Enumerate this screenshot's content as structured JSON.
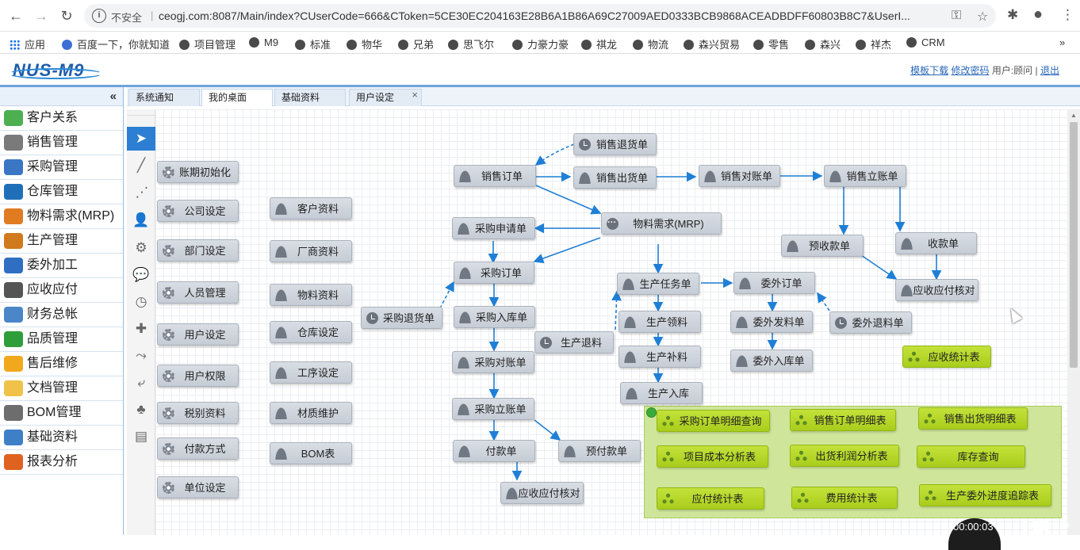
{
  "browser": {
    "insecure_label": "不安全",
    "url": "ceogj.com:8087/Main/index?CUserCode=666&CToken=5CE30EC204163E28B6A1B86A69C27009AED0333BCB9868ACEADBDFF60803B8C7&UserI..."
  },
  "bookmarks": [
    {
      "label": "应用",
      "icon": "apps-icon"
    },
    {
      "label": "百度一下，你就知道",
      "icon": "baidu-paw-icon"
    },
    {
      "label": "项目管理",
      "icon": "globe-icon"
    },
    {
      "label": "M9",
      "icon": "globe-icon"
    },
    {
      "label": "标准",
      "icon": "globe-icon"
    },
    {
      "label": "物华",
      "icon": "globe-icon"
    },
    {
      "label": "兄弟",
      "icon": "globe-icon"
    },
    {
      "label": "思飞尔",
      "icon": "globe-icon"
    },
    {
      "label": "力豪力豪",
      "icon": "globe-icon"
    },
    {
      "label": "祺龙",
      "icon": "globe-icon"
    },
    {
      "label": "物流",
      "icon": "globe-icon"
    },
    {
      "label": "森兴贸易",
      "icon": "globe-icon"
    },
    {
      "label": "零售",
      "icon": "globe-icon"
    },
    {
      "label": "森兴",
      "icon": "globe-icon"
    },
    {
      "label": "祥杰",
      "icon": "globe-icon"
    },
    {
      "label": "CRM",
      "icon": "globe-icon"
    }
  ],
  "app": {
    "logo": "NUS-M9",
    "header_links": {
      "template": "模板下载",
      "password": "修改密码",
      "user": "用户:顾问",
      "divider": "|",
      "logout": "退出"
    }
  },
  "sidebar": {
    "collapse_icon": "«",
    "items": [
      {
        "label": "客户关系",
        "color": "#4caf50"
      },
      {
        "label": "销售管理",
        "color": "#7a7a7a"
      },
      {
        "label": "采购管理",
        "color": "#3a76c4"
      },
      {
        "label": "仓库管理",
        "color": "#1f6fb8"
      },
      {
        "label": "物料需求(MRP)",
        "color": "#e07b22"
      },
      {
        "label": "生产管理",
        "color": "#d07a1e"
      },
      {
        "label": "委外加工",
        "color": "#2f6fc2"
      },
      {
        "label": "应收应付",
        "color": "#555555"
      },
      {
        "label": "财务总帐",
        "color": "#4a86c8"
      },
      {
        "label": "品质管理",
        "color": "#2e9e3a"
      },
      {
        "label": "售后维修",
        "color": "#f2a81d"
      },
      {
        "label": "文档管理",
        "color": "#f0c24a"
      },
      {
        "label": "BOM管理",
        "color": "#6d6d6d"
      },
      {
        "label": "基础资料",
        "color": "#3f7fc8"
      },
      {
        "label": "报表分析",
        "color": "#e0621f"
      }
    ]
  },
  "tabs": [
    {
      "label": "系统通知"
    },
    {
      "label": "我的桌面"
    },
    {
      "label": "基础资料"
    },
    {
      "label": "用户设定",
      "close": "×"
    }
  ],
  "palette": [
    "pointer-icon",
    "line-icon",
    "dashed-line-icon",
    "person-icon",
    "gear-icon",
    "chat-icon",
    "clock-icon",
    "puzzle-icon",
    "merge-icon",
    "split-icon",
    "group-icon",
    "table-icon"
  ],
  "flow": {
    "settings_nodes": [
      "账期初始化",
      "公司设定",
      "部门设定",
      "人员管理",
      "用户设定",
      "用户权限",
      "税别资料",
      "付款方式",
      "单位设定"
    ],
    "master_nodes": [
      "客户资料",
      "厂商资料",
      "物料资料",
      "仓库设定",
      "工序设定",
      "材质维护",
      "BOM表"
    ],
    "process_nodes": {
      "sales_return": "销售退货单",
      "sales_order": "销售订单",
      "sales_delivery": "销售出货单",
      "sales_reconcile": "销售对账单",
      "sales_ledger": "销售立账单",
      "purchase_request": "采购申请单",
      "mrp": "物料需求(MRP)",
      "advance_receipt": "预收款单",
      "receipt": "收款单",
      "ar_ap_verify_1": "应收应付核对",
      "purchase_order": "采购订单",
      "production_task": "生产任务单",
      "outsource_order": "委外订单",
      "purchase_return": "采购退货单",
      "purchase_inbound": "采购入库单",
      "production_pick": "生产领料",
      "outsource_issue": "委外发料单",
      "outsource_return": "委外退料单",
      "production_return": "生产退料",
      "purchase_reconcile": "采购对账单",
      "production_supplement": "生产补料",
      "outsource_inbound": "委外入库单",
      "production_inbound": "生产入库",
      "purchase_ledger": "采购立账单",
      "payment": "付款单",
      "prepayment": "预付款单",
      "ar_ap_verify_2": "应收应付核对"
    },
    "report_nodes": {
      "ar_stats": "应收统计表",
      "po_detail": "采购订单明细查询",
      "so_detail": "销售订单明细表",
      "sd_detail": "销售出货明细表",
      "project_cost": "项目成本分析表",
      "profit": "出货利润分析表",
      "stock": "库存查询",
      "ap_stats": "应付统计表",
      "expense": "费用统计表",
      "progress": "生产委外进度追踪表"
    }
  },
  "recorder": {
    "time": "00:00:03"
  }
}
